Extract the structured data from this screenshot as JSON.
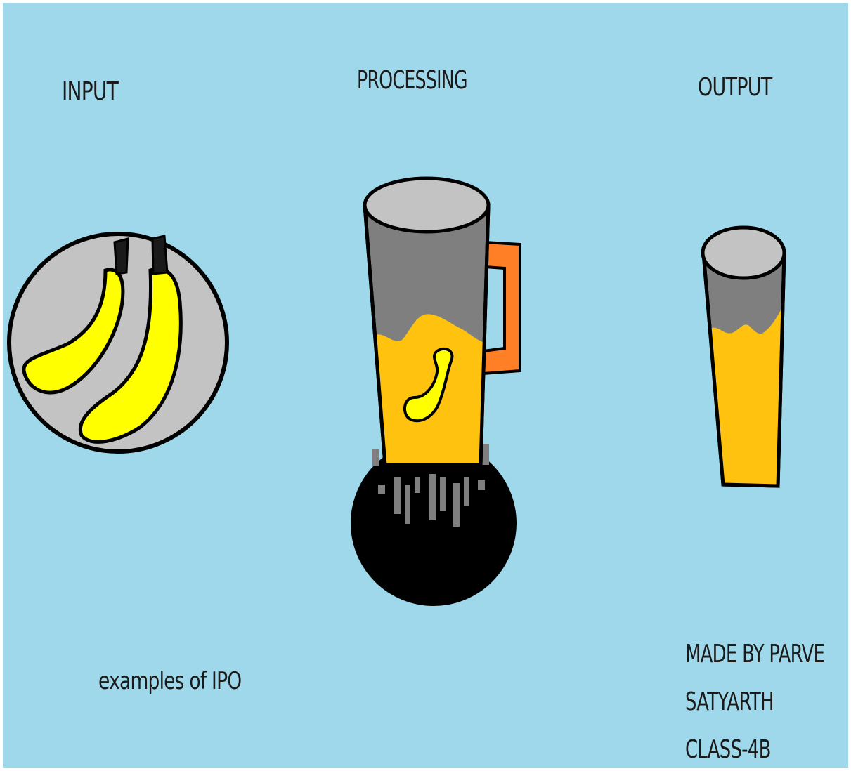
{
  "colors": {
    "background": "#9fd8ea",
    "outline": "#000000",
    "plate": "#c3c3c3",
    "banana": "#ffff00",
    "banana_stem": "#1a1a1a",
    "jar_top": "#c3c3c3",
    "jar_body": "#7f7f7f",
    "juice": "#ffc20e",
    "handle": "#ff7f27",
    "blender_base": "#000000",
    "base_vents": "#7f7f7f"
  },
  "labels": {
    "input": "INPUT",
    "processing": "PROCESSING",
    "output": "OUTPUT",
    "caption": "examples of IPO"
  },
  "credit": {
    "line1": "MADE BY PARVE",
    "line2": "SATYARTH",
    "line3": "CLASS-4B"
  },
  "illustrations": {
    "input": "plate-with-two-bananas",
    "processing": "blender-with-banana-juice",
    "output": "glass-of-banana-juice"
  }
}
